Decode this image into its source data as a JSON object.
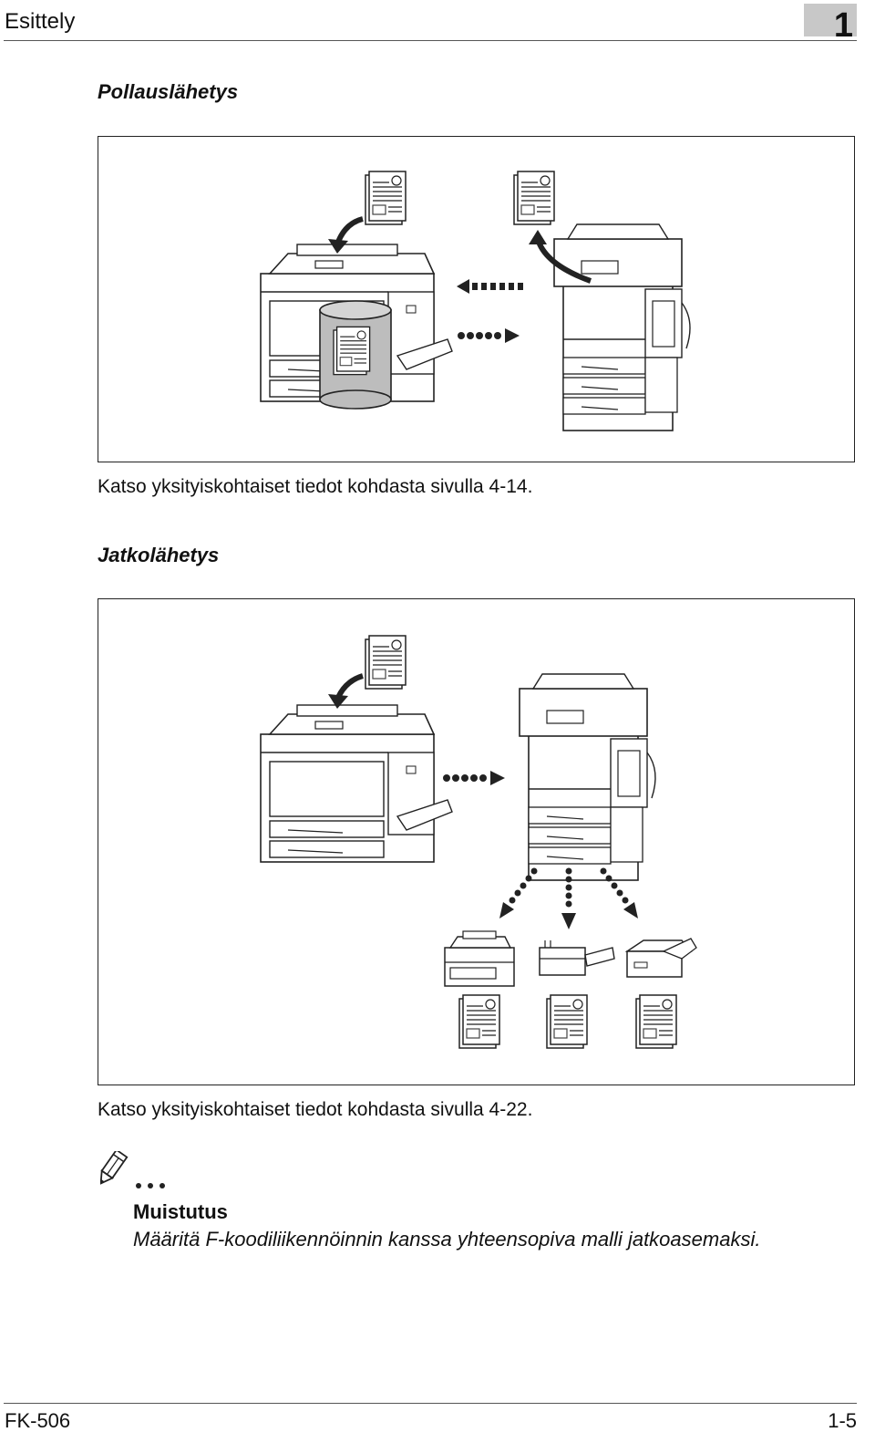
{
  "header": {
    "section": "Esittely",
    "chapter": "1"
  },
  "sections": [
    {
      "title": "Pollauslähetys",
      "caption": "Katso yksityiskohtaiset tiedot kohdasta sivulla 4-14."
    },
    {
      "title": "Jatkolähetys",
      "caption": "Katso yksityiskohtaiset tiedot kohdasta sivulla 4-22."
    }
  ],
  "note": {
    "label": "Muistutus",
    "text": "Määritä F-koodiliikennöinnin kanssa yhteensopiva malli jatkoasemaksi."
  },
  "footer": {
    "model": "FK-506",
    "page": "1-5"
  }
}
